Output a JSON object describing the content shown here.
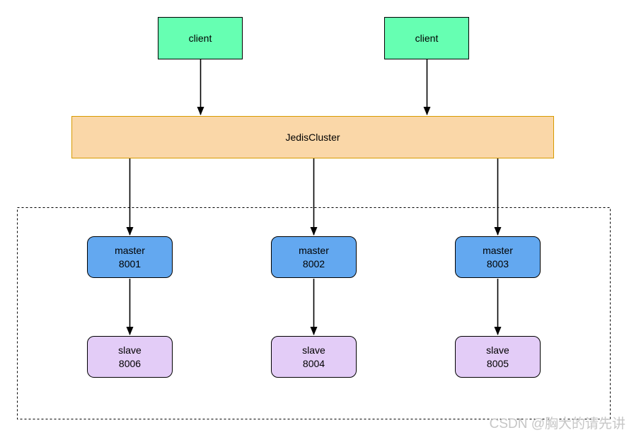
{
  "diagram": {
    "clients": [
      {
        "label": "client"
      },
      {
        "label": "client"
      }
    ],
    "middleware": {
      "label": "JedisCluster"
    },
    "masters": [
      {
        "label": "master",
        "port": "8001"
      },
      {
        "label": "master",
        "port": "8002"
      },
      {
        "label": "master",
        "port": "8003"
      }
    ],
    "slaves": [
      {
        "label": "slave",
        "port": "8006"
      },
      {
        "label": "slave",
        "port": "8004"
      },
      {
        "label": "slave",
        "port": "8005"
      }
    ],
    "watermark": "CSDN @胸大的请先讲",
    "colors": {
      "client_fill": "#66FFB2",
      "middleware_fill": "#FAD7A8",
      "middleware_border": "#D79B00",
      "master_fill": "#63A8F0",
      "slave_fill": "#E3CCF7",
      "connector": "#000000",
      "boundary": "#000000",
      "watermark_text": "#C6C6C6"
    }
  }
}
